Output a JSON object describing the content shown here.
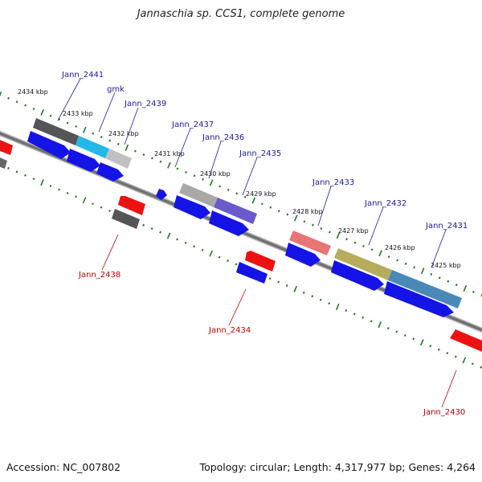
{
  "title": "Jannaschia sp. CCS1, complete genome",
  "footer": {
    "accession_label": "Accession:",
    "accession": "NC_007802",
    "topology_label": "Topology:",
    "topology": "circular;",
    "length_label": "Length:",
    "length": "4,317,977 bp;",
    "genes_label": "Genes:",
    "genes": "4,264"
  },
  "colors": {
    "backbone": "#777777",
    "tick": "#1e7a1e",
    "forward_cds": "#1414e6",
    "reverse_cds": "#ee1111",
    "label_forward": "#1a1aa0",
    "label_reverse": "#c00000"
  },
  "tick_labels": [
    "2434 kbp",
    "2433 kbp",
    "2432 kbp",
    "2431 kbp",
    "2430 kbp",
    "2429 kbp",
    "2428 kbp",
    "2427 kbp",
    "2426 kbp",
    "2425 kbp"
  ],
  "genes_forward": [
    "Jann_2441",
    "gmk",
    "Jann_2439",
    "Jann_2437",
    "Jann_2436",
    "Jann_2435",
    "Jann_2433",
    "Jann_2432",
    "Jann_2431"
  ],
  "genes_reverse": [
    "Jann_2438",
    "Jann_2434",
    "Jann_2430"
  ],
  "cog_colors": [
    "#555555",
    "#22b8e8",
    "#c0c0c0",
    "#a8a8a8",
    "#6a5acd",
    "#e87575",
    "#b5ad5c",
    "#4a88b8"
  ]
}
